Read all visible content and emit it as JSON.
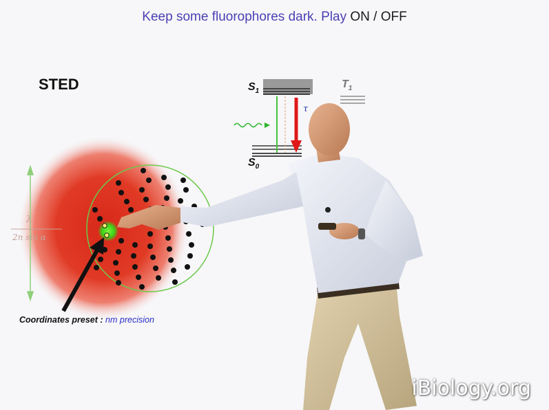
{
  "slide": {
    "title_part1": "Keep some fluorophores dark. Play",
    "title_part2": "ON / OFF",
    "heading": "STED",
    "caption_label": "Coordinates preset :",
    "caption_precision": "nm precision",
    "formula_numerator": "λ",
    "formula_denominator": "2n sin α"
  },
  "diagram": {
    "level_s1": "S",
    "level_s1_sub": "1",
    "level_s0": "S",
    "level_s0_sub": "0",
    "level_t1": "T",
    "level_t1_sub": "1",
    "tau_label": "τ"
  },
  "watermark": {
    "text": "iBiology.org"
  },
  "colors": {
    "title_blue": "#4b3fb3",
    "sted_red": "#e23a22",
    "fluorescence_green": "#39d118",
    "arrow_red": "#e01818"
  }
}
